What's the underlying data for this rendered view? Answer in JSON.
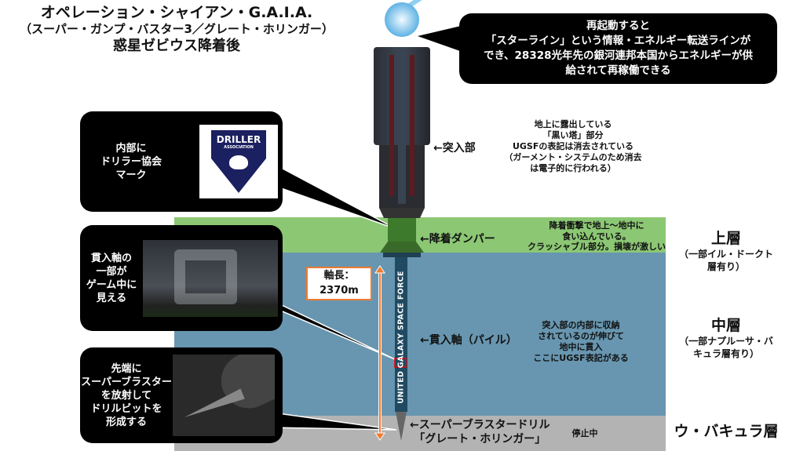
{
  "title": {
    "line1": "オペレーション・シャイアン・G.A.I.A.",
    "line2": "（スーパー・ガンプ・バスター3／グレート・ホリンガー）",
    "line3": "惑星ゼビウス降着後"
  },
  "callouts": {
    "restart": [
      "再起動すると",
      "「スターライン」という情報・エネルギー転送ラインが",
      "でき、28328光年先の銀河連邦本国からエネルギーが供",
      "給されて再稼働できる"
    ],
    "driller": [
      "内部に",
      "ドリラー協会",
      "マーク"
    ],
    "game": [
      "貫入軸の",
      "一部が",
      "ゲーム中に",
      "見える"
    ],
    "tip": [
      "先端に",
      "スーパーブラスター",
      "を放射して",
      "ドリルビットを",
      "形成する"
    ]
  },
  "logo": {
    "text": "DRILLER",
    "sub": "ASSOCIATION"
  },
  "parts": {
    "entry": "←突入部",
    "damper": "←降着ダンパー",
    "pile": "←貫入軸（パイル）",
    "drill": [
      "←スーパーブラスタードリル",
      "「グレート・ホリンガー」"
    ],
    "shaft_text": "UNITED GALAXY SPACE FORCE"
  },
  "notes": {
    "tower": [
      "地上に露出している",
      "「黒い塔」部分",
      "UGSFの表記は消去されている",
      "（ガーメント・システムのため消去",
      "は電子的に行われる）"
    ],
    "damper": [
      "降着衝撃で地上～地中に",
      "食い込んでいる。",
      "クラッシャブル部分。損壊が激しい"
    ],
    "pile": [
      "突入部の内部に収納",
      "されているのが伸びて",
      "地中に貫入",
      "ここにUGSF表記がある"
    ],
    "drill": "停止中"
  },
  "length": {
    "label": "軸長：",
    "value": "2370m"
  },
  "layers": {
    "upper": {
      "name": "上層",
      "sub": [
        "（一部イル・ドークト",
        "層有り）"
      ]
    },
    "middle": {
      "name": "中層",
      "sub": [
        "（一部ナプルーサ・バ",
        "キュラ層有り）"
      ]
    },
    "bottom": {
      "name": "ウ・バキュラ層"
    }
  },
  "colors": {
    "upper": "#8cc774",
    "middle": "#6896b0",
    "bottom": "#b3b3b3",
    "accent": "#f07a30"
  }
}
